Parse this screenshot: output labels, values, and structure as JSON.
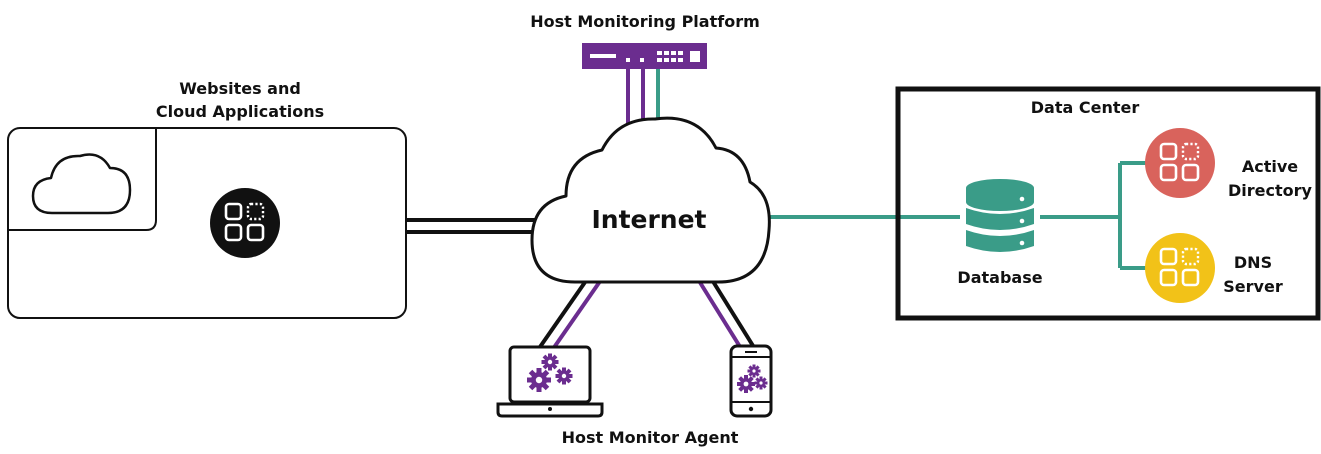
{
  "labels": {
    "platform": "Host Monitoring Platform",
    "websites_line1": "Websites and",
    "websites_line2": "Cloud Applications",
    "internet": "Internet",
    "data_center": "Data Center",
    "database": "Database",
    "active_directory_line1": "Active",
    "active_directory_line2": "Directory",
    "dns_line1": "DNS",
    "dns_line2": "Server",
    "agent": "Host Monitor Agent"
  },
  "colors": {
    "purple": "#6b2d8f",
    "teal": "#3a9c88",
    "red": "#d9635c",
    "yellow": "#f2c218",
    "black": "#111111"
  },
  "icons": [
    "cloud-icon",
    "app-grid-icon",
    "network-switch-icon",
    "database-icon",
    "laptop-gears-icon",
    "phone-gears-icon"
  ]
}
